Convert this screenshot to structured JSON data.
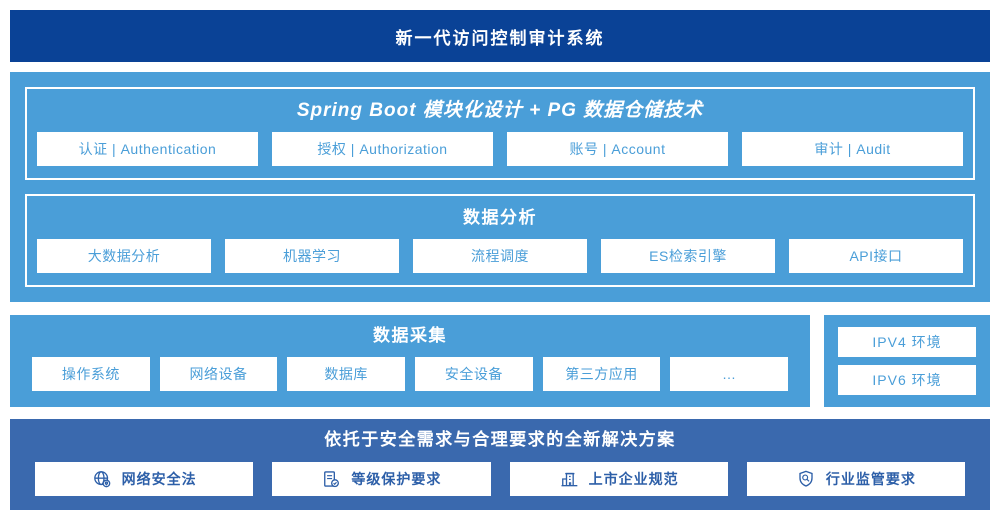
{
  "colors": {
    "banner_navy": "#0a4296",
    "panel_blue": "#4a9ed8",
    "solution_blue": "#3a69ae",
    "box_text_blue": "#4a9ed8",
    "solution_text_blue": "#2d5fa8",
    "box_white": "#ffffff"
  },
  "banner": {
    "title": "新一代访问控制审计系统"
  },
  "tech_panel": {
    "sections": [
      {
        "title": "Spring Boot 模块化设计 + PG 数据仓储技术",
        "items": [
          "认证 | Authentication",
          "授权 | Authorization",
          "账号 | Account",
          "审计 | Audit"
        ]
      },
      {
        "title": "数据分析",
        "items": [
          "大数据分析",
          "机器学习",
          "流程调度",
          "ES检索引擎",
          "API接口"
        ]
      }
    ]
  },
  "collect_panel": {
    "title": "数据采集",
    "items": [
      "操作系统",
      "网络设备",
      "数据库",
      "安全设备",
      "第三方应用",
      "…"
    ]
  },
  "ip_panel": {
    "items": [
      "IPV4 环境",
      "IPV6 环境"
    ]
  },
  "solution_panel": {
    "title": "依托于安全需求与合理要求的全新解决方案",
    "items": [
      {
        "icon": "globe-icon",
        "label": "网络安全法"
      },
      {
        "icon": "document-check-icon",
        "label": "等级保护要求"
      },
      {
        "icon": "building-icon",
        "label": "上市企业规范"
      },
      {
        "icon": "shield-search-icon",
        "label": "行业监管要求"
      }
    ]
  }
}
